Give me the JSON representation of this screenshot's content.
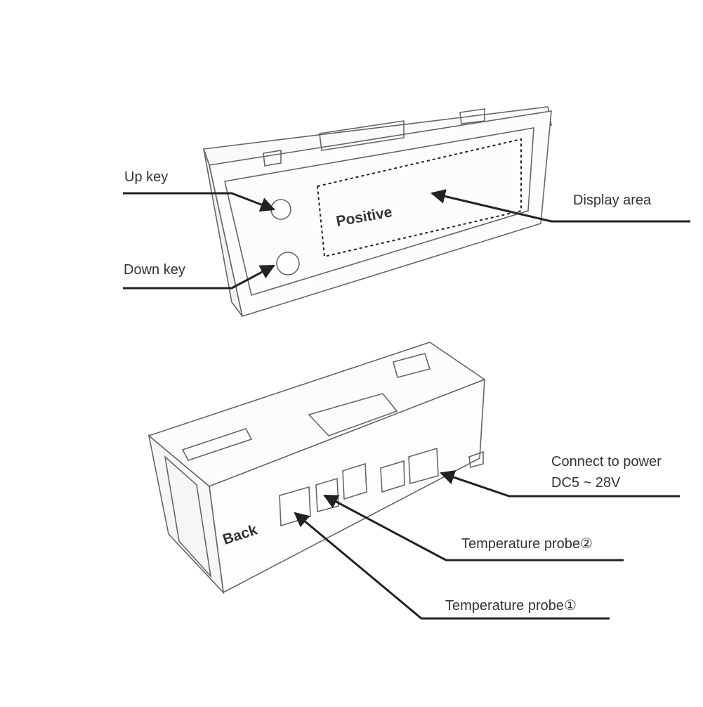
{
  "labels": {
    "up_key": "Up key",
    "down_key": "Down key",
    "display_area": "Display area",
    "positive": "Positive",
    "back": "Back",
    "power_line1": "Connect to power",
    "power_line2": "DC5 ~ 28V",
    "probe2": "Temperature probe②",
    "probe1": "Temperature probe①"
  },
  "colors": {
    "outline": "#555555",
    "text": "#333333",
    "leader": "#222222"
  }
}
